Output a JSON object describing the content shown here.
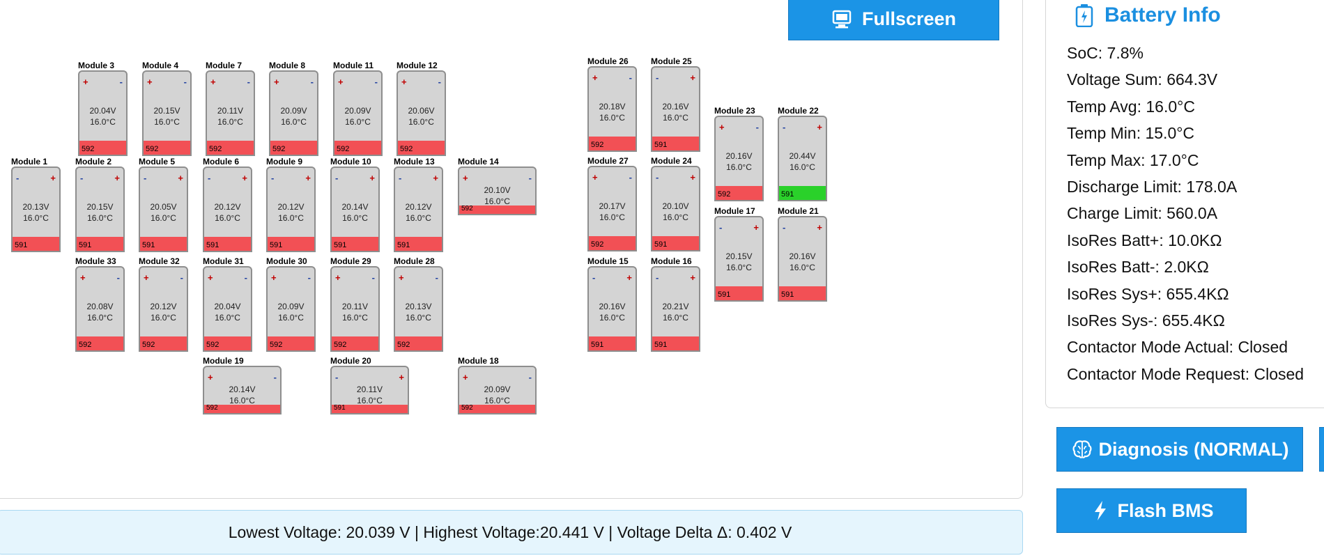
{
  "fullscreen_label": "Fullscreen",
  "modules": [
    {
      "label": "Module 3",
      "voltage": "20.04V",
      "temp": "16.0°C",
      "id": "592",
      "left_term": "+",
      "right_term": "-",
      "status": "warn"
    },
    {
      "label": "Module 4",
      "voltage": "20.15V",
      "temp": "16.0°C",
      "id": "592",
      "left_term": "+",
      "right_term": "-",
      "status": "warn"
    },
    {
      "label": "Module 7",
      "voltage": "20.11V",
      "temp": "16.0°C",
      "id": "592",
      "left_term": "+",
      "right_term": "-",
      "status": "warn"
    },
    {
      "label": "Module 8",
      "voltage": "20.09V",
      "temp": "16.0°C",
      "id": "592",
      "left_term": "+",
      "right_term": "-",
      "status": "warn"
    },
    {
      "label": "Module 11",
      "voltage": "20.09V",
      "temp": "16.0°C",
      "id": "592",
      "left_term": "+",
      "right_term": "-",
      "status": "warn"
    },
    {
      "label": "Module 12",
      "voltage": "20.06V",
      "temp": "16.0°C",
      "id": "592",
      "left_term": "+",
      "right_term": "-",
      "status": "warn"
    },
    {
      "label": "Module 26",
      "voltage": "20.18V",
      "temp": "16.0°C",
      "id": "592",
      "left_term": "+",
      "right_term": "-",
      "status": "warn"
    },
    {
      "label": "Module 25",
      "voltage": "20.16V",
      "temp": "16.0°C",
      "id": "591",
      "left_term": "-",
      "right_term": "+",
      "status": "warn"
    },
    {
      "label": "Module 23",
      "voltage": "20.16V",
      "temp": "16.0°C",
      "id": "592",
      "left_term": "+",
      "right_term": "-",
      "status": "warn"
    },
    {
      "label": "Module 22",
      "voltage": "20.44V",
      "temp": "16.0°C",
      "id": "591",
      "left_term": "-",
      "right_term": "+",
      "status": "ok"
    },
    {
      "label": "Module 1",
      "voltage": "20.13V",
      "temp": "16.0°C",
      "id": "591",
      "left_term": "-",
      "right_term": "+",
      "status": "warn"
    },
    {
      "label": "Module 2",
      "voltage": "20.15V",
      "temp": "16.0°C",
      "id": "591",
      "left_term": "-",
      "right_term": "+",
      "status": "warn"
    },
    {
      "label": "Module 5",
      "voltage": "20.05V",
      "temp": "16.0°C",
      "id": "591",
      "left_term": "-",
      "right_term": "+",
      "status": "warn"
    },
    {
      "label": "Module 6",
      "voltage": "20.12V",
      "temp": "16.0°C",
      "id": "591",
      "left_term": "-",
      "right_term": "+",
      "status": "warn"
    },
    {
      "label": "Module 9",
      "voltage": "20.12V",
      "temp": "16.0°C",
      "id": "591",
      "left_term": "-",
      "right_term": "+",
      "status": "warn"
    },
    {
      "label": "Module 10",
      "voltage": "20.14V",
      "temp": "16.0°C",
      "id": "591",
      "left_term": "-",
      "right_term": "+",
      "status": "warn"
    },
    {
      "label": "Module 13",
      "voltage": "20.12V",
      "temp": "16.0°C",
      "id": "591",
      "left_term": "-",
      "right_term": "+",
      "status": "warn"
    },
    {
      "label": "Module 14",
      "voltage": "20.10V",
      "temp": "16.0°C",
      "id": "592",
      "left_term": "+",
      "right_term": "-",
      "status": "warn"
    },
    {
      "label": "Module 27",
      "voltage": "20.17V",
      "temp": "16.0°C",
      "id": "592",
      "left_term": "+",
      "right_term": "-",
      "status": "warn"
    },
    {
      "label": "Module 24",
      "voltage": "20.10V",
      "temp": "16.0°C",
      "id": "591",
      "left_term": "-",
      "right_term": "+",
      "status": "warn"
    },
    {
      "label": "Module 17",
      "voltage": "20.15V",
      "temp": "16.0°C",
      "id": "591",
      "left_term": "-",
      "right_term": "+",
      "status": "warn"
    },
    {
      "label": "Module 21",
      "voltage": "20.16V",
      "temp": "16.0°C",
      "id": "591",
      "left_term": "-",
      "right_term": "+",
      "status": "warn"
    },
    {
      "label": "Module 33",
      "voltage": "20.08V",
      "temp": "16.0°C",
      "id": "592",
      "left_term": "+",
      "right_term": "-",
      "status": "warn"
    },
    {
      "label": "Module 32",
      "voltage": "20.12V",
      "temp": "16.0°C",
      "id": "592",
      "left_term": "+",
      "right_term": "-",
      "status": "warn"
    },
    {
      "label": "Module 31",
      "voltage": "20.04V",
      "temp": "16.0°C",
      "id": "592",
      "left_term": "+",
      "right_term": "-",
      "status": "warn"
    },
    {
      "label": "Module 30",
      "voltage": "20.09V",
      "temp": "16.0°C",
      "id": "592",
      "left_term": "+",
      "right_term": "-",
      "status": "warn"
    },
    {
      "label": "Module 29",
      "voltage": "20.11V",
      "temp": "16.0°C",
      "id": "592",
      "left_term": "+",
      "right_term": "-",
      "status": "warn"
    },
    {
      "label": "Module 28",
      "voltage": "20.13V",
      "temp": "16.0°C",
      "id": "592",
      "left_term": "+",
      "right_term": "-",
      "status": "warn"
    },
    {
      "label": "Module 15",
      "voltage": "20.16V",
      "temp": "16.0°C",
      "id": "591",
      "left_term": "-",
      "right_term": "+",
      "status": "warn"
    },
    {
      "label": "Module 16",
      "voltage": "20.21V",
      "temp": "16.0°C",
      "id": "591",
      "left_term": "-",
      "right_term": "+",
      "status": "warn"
    },
    {
      "label": "Module 19",
      "voltage": "20.14V",
      "temp": "16.0°C",
      "id": "592",
      "left_term": "+",
      "right_term": "-",
      "status": "warn"
    },
    {
      "label": "Module 20",
      "voltage": "20.11V",
      "temp": "16.0°C",
      "id": "591",
      "left_term": "-",
      "right_term": "+",
      "status": "warn"
    },
    {
      "label": "Module 18",
      "voltage": "20.09V",
      "temp": "16.0°C",
      "id": "592",
      "left_term": "+",
      "right_term": "-",
      "status": "warn"
    }
  ],
  "status_bar": {
    "text": "Lowest Voltage: 20.039 V | Highest Voltage:20.441 V | Voltage Delta Δ: 0.402 V"
  },
  "battery_info": {
    "title": "Battery Info",
    "icon": "battery-icon",
    "items": [
      "SoC: 7.8%",
      "Voltage Sum: 664.3V",
      "Temp Avg: 16.0°C",
      "Temp Min: 15.0°C",
      "Temp Max: 17.0°C",
      "Discharge Limit: 178.0A",
      "Charge Limit: 560.0A",
      "IsoRes Batt+: 10.0KΩ",
      "IsoRes Batt-: 2.0KΩ",
      "IsoRes Sys+: 655.4KΩ",
      "IsoRes Sys-: 655.4KΩ",
      "Contactor Mode Actual: Closed",
      "Contactor Mode Request: Closed"
    ]
  },
  "buttons": {
    "diagnosis_label": "Diagnosis (NORMAL)",
    "flash_label": "Flash BMS"
  },
  "colors": {
    "accent": "#1b94e6",
    "cell_warn": "#f25055",
    "cell_ok": "#2ad12a",
    "cell_body": "#d4d4d4",
    "status_bg": "#e5f5fd"
  }
}
